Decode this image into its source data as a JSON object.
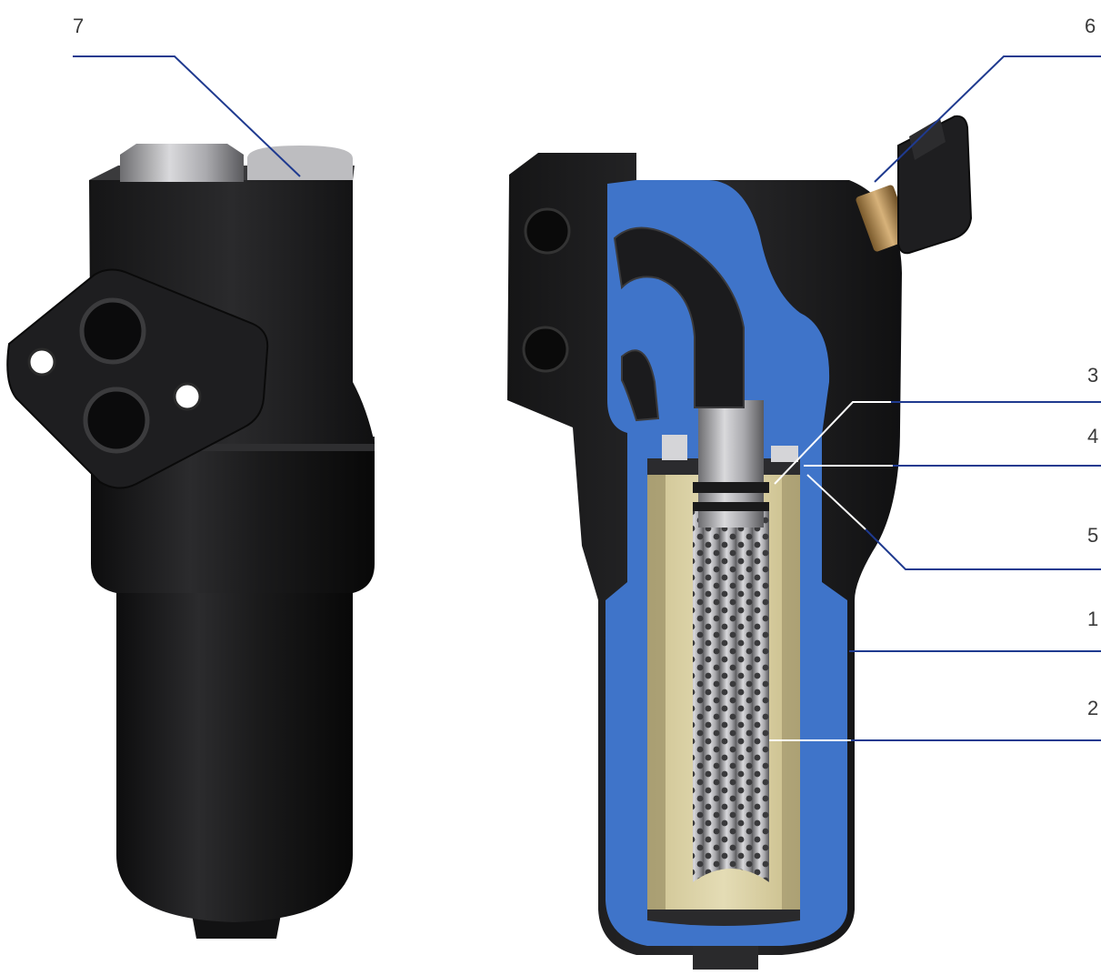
{
  "callouts": {
    "c7": "7",
    "c6": "6",
    "c3": "3",
    "c4": "4",
    "c5": "5",
    "c1": "1",
    "c2": "2"
  },
  "colors": {
    "leader_line": "#1f3a8f",
    "housing_section": "#3f74c9",
    "filter_media": "#d8cfa2",
    "body_black": "#1c1c1e"
  }
}
